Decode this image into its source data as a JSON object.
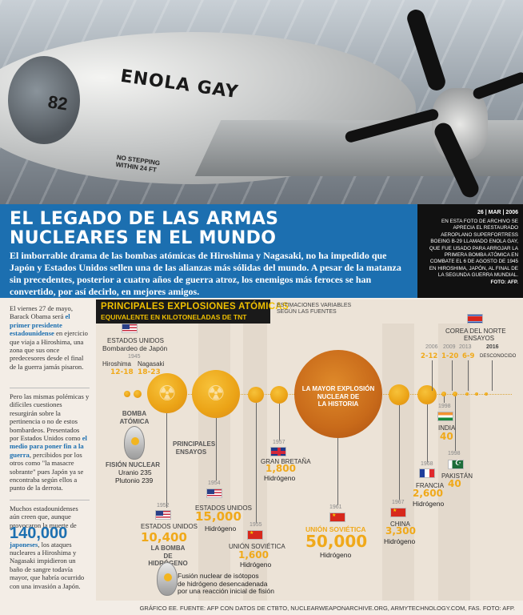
{
  "hero": {
    "nose_art": "ENOLA GAY",
    "tail_number": "82",
    "stencil": "NO STEPPING WITHIN 24 FT"
  },
  "header": {
    "title_line1": "EL LEGADO DE LAS ARMAS",
    "title_line2": "NUCLEARES EN EL MUNDO",
    "intro": "El imborrable drama de las bombas atómicas de Hiroshima y Nagasaki, no ha impedido que Japón y Estados Unidos sellen una de las alianzas más sólidas del mundo. A pesar de la matanza sin precedentes, posterior a cuatro años de guerra atroz, los enemigos más feroces se han convertido, por así decirlo, en mejores amigos."
  },
  "photo_caption": {
    "date_day": "26",
    "date_month": "MAR",
    "date_year": "2006",
    "text": "EN ESTA FOTO DE ARCHIVO SE APRECIA EL RESTAURADO AEROPLANO SUPERFORTRESS BOEING B-29 LLAMADO ENOLA GAY, QUE FUE USADO PARA ARROJAR LA PRIMERA BOMBA ATÓMICA EN COMBATE EL 6 DE AGOSTO DE 1945 EN HIROSHIMA, JAPÓN, AL FINAL DE LA SEGUNDA GUERRA MUNDIAL.",
    "credit": "FOTO: AFP."
  },
  "sidebar": {
    "p1_a": "El viernes 27 de mayo, Barack Obama será ",
    "p1_b": "el primer presidente estadounidense",
    "p1_c": " en ejercicio que viaja a Hiroshima, una zona que sus once predecesores desde el final de la guerra jamás pisaron.",
    "p2_a": "Pero las mismas polémicas y difíciles cuestiones resurgirán sobre la pertinencia o no de estos bombardeos. Presentados por Estados Unidos como ",
    "p2_b": "el medio para poner fin a la guerra",
    "p2_c": ", percibidos por los otros como \"la masacre sobrante\" pues Japón ya se encontraba según ellos a punto de la derrota.",
    "p3_a": "Muchos estadounidenses aún creen que, aunque provocaron la muerte de ",
    "p3_number": "140,000",
    "p3_b": "japoneses",
    "p3_c": ", los ataques nucleares a Hiroshima y Nagasaki impidieron un baño de sangre todavía mayor, que habría ocurrido con una invasión a Japón."
  },
  "chart": {
    "title": "PRINCIPALES EXPLOSIONES ATÓMICAS",
    "subtitle": "EQUIVALENTE EN KILOTONELADAS DE TNT",
    "estimates_note_1": "ESTIMACIONES VARIABLES",
    "estimates_note_2": "SEGÚN LAS FUENTES",
    "bomb_types_label_1": "PRINCIPALES",
    "bomb_types_label_2": "ENSAYOS",
    "atomic_bomb_label_1": "BOMBA",
    "atomic_bomb_label_2": "ATÓMICA",
    "fission_label": "FISIÓN NUCLEAR",
    "fission_uranium": "Uranio 235",
    "fission_plutonium": "Plutonio 239",
    "h_bomb_label_1": "LA BOMBA",
    "h_bomb_label_2": "DE HIDRÓGENO",
    "h_bomb_desc_1": "Fusión nuclear de isótopos",
    "h_bomb_desc_2": "de hidrógeno desencadenada",
    "h_bomb_desc_3": "por una reacción inicial de fisión",
    "biggest_1": "LA MAYOR EXPLOSIÓN",
    "biggest_2": "NUCLEAR DE",
    "biggest_3": "LA HISTORIA",
    "no_data_label": "DESCONOCIDO",
    "us_1945_country": "ESTADOS UNIDOS",
    "us_1945_sub": "Bombardeo de Japón",
    "us_1945_year": "1945",
    "hiroshima_label": "Hiroshima",
    "nagasaki_label": "Nagasaki",
    "hiroshima_yield": "12-18",
    "nagasaki_yield": "18-23",
    "us_1952_year": "1952",
    "us_1952_country": "ESTADOS UNIDOS",
    "us_1952_yield": "10,400",
    "us_1954_year": "1954",
    "us_1954_country": "ESTADOS UNIDOS",
    "us_1954_yield": "15,000",
    "us_1954_type": "Hidrógeno",
    "ussr_1955_year": "1955",
    "ussr_1955_country": "UNIÓN SOVIÉTICA",
    "ussr_1955_yield": "1,600",
    "ussr_1955_type": "Hidrógeno",
    "uk_1957_year": "1957",
    "uk_1957_country": "GRAN BRETAÑA",
    "uk_1957_yield": "1,800",
    "uk_1957_type": "Hidrógeno",
    "ussr_1961_year": "1961",
    "ussr_1961_country": "UNIÓN SOVIÉTICA",
    "ussr_1961_yield": "50,000",
    "ussr_1961_type": "Hidrógeno",
    "china_1967_year": "1967",
    "china_1967_country": "CHINA",
    "china_1967_yield": "3,300",
    "china_1967_type": "Hidrógeno",
    "france_1968_year": "1968",
    "france_1968_country": "FRANCIA",
    "france_1968_yield": "2,600",
    "france_1968_type": "Hidrógeno",
    "india_1998_year": "1998",
    "india_1998_country": "INDIA",
    "india_1998_yield": "40",
    "pakistan_1998_year": "1998",
    "pakistan_1998_country": "PAKISTÁN",
    "pakistan_1998_yield": "40",
    "nk_country": "COREA DEL NORTE",
    "nk_sub": "ENSAYOS",
    "nk_2006_year": "2006",
    "nk_2009_year": "2009",
    "nk_2013_year": "2013",
    "nk_2016_year": "2016",
    "nk_2006_yield": "2-12",
    "nk_2009_yield": "1-20",
    "nk_2013_yield": "6-9"
  },
  "footer": {
    "credits": "GRÁFICO EE. FUENTE: AFP CON DATOS DE CTBTO, NUCLEARWEAPONARCHIVE.ORG, ARMYTECHNOLOGY.COM, FAS. FOTO: AFP."
  },
  "colors": {
    "brand_blue": "#1c6fb0",
    "accent_yellow": "#f0a91a",
    "dark": "#1a1a1a"
  }
}
